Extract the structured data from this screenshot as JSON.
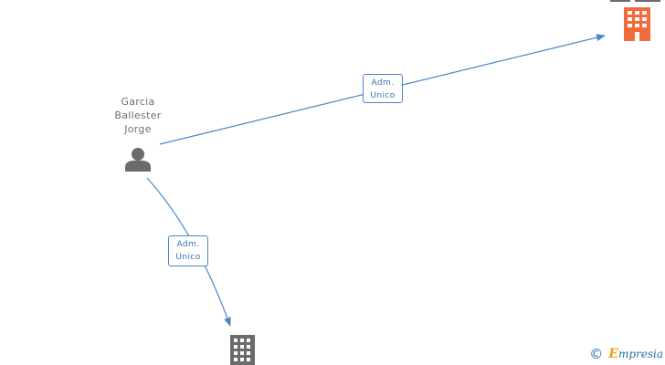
{
  "person": {
    "name_lines": [
      "Garcia",
      "Ballester",
      "Jorge"
    ]
  },
  "relations": [
    {
      "line1": "Adm.",
      "line2": "Unico",
      "target": "company-top-right"
    },
    {
      "line1": "Adm.",
      "line2": "Unico",
      "target": "company-bottom"
    }
  ],
  "watermark": {
    "copyright_symbol": "©",
    "brand_initial": "E",
    "brand_rest": "mpresia"
  },
  "colors": {
    "edge": "#4a86c8",
    "label_border": "#4a86c8",
    "label_text": "#3a6fae",
    "person_icon": "#6b6b6b",
    "company_highlight": "#f26b3a",
    "company_normal": "#6b6b6b",
    "brand_accent": "#f39c12",
    "brand_text": "#2b6ea6"
  },
  "icons": {
    "person": "person-icon",
    "company": "building-icon"
  }
}
